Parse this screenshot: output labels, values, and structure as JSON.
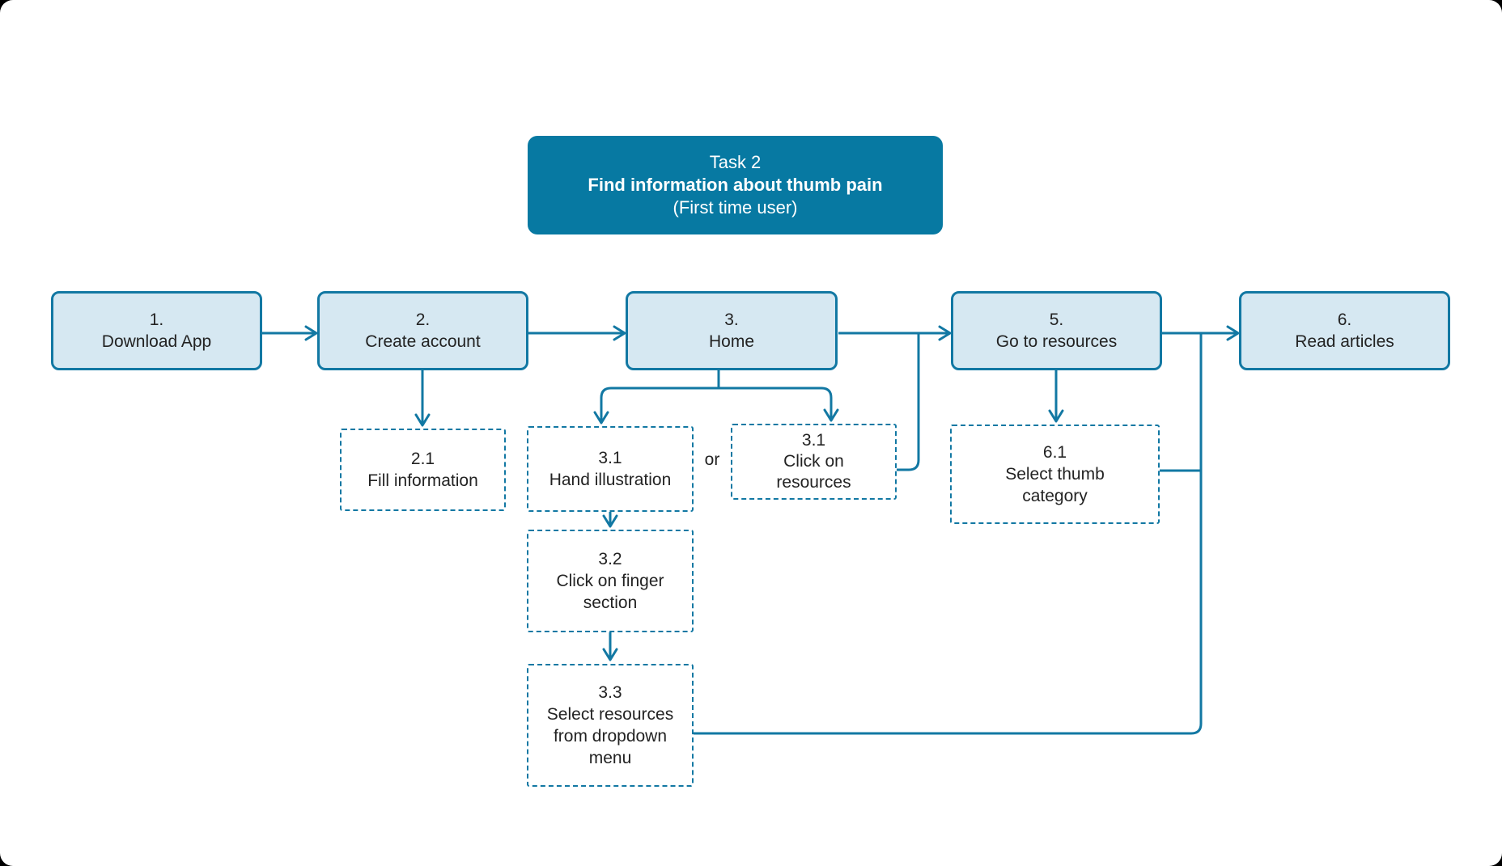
{
  "colors": {
    "accent": "#1278A3",
    "title_fill": "#0779A2",
    "box_fill": "#D6E8F2",
    "text_dark": "#232323",
    "text_light": "#FFFFFF",
    "canvas_bg": "#FFFFFF"
  },
  "title_card": {
    "line1": "Task 2",
    "line2": "Find information about thumb pain",
    "line3": "(First time user)"
  },
  "flow": {
    "main_steps": [
      {
        "number": "1.",
        "label": "Download App"
      },
      {
        "number": "2.",
        "label": "Create account"
      },
      {
        "number": "3.",
        "label": "Home"
      },
      {
        "number": "5.",
        "label": "Go to resources"
      },
      {
        "number": "6.",
        "label": "Read articles"
      }
    ],
    "sub_steps": [
      {
        "number": "2.1",
        "label": "Fill information"
      },
      {
        "number": "3.1",
        "label": "Hand illustration"
      },
      {
        "number": "3.1",
        "label": "Click on\nresources"
      },
      {
        "number": "6.1",
        "label": "Select thumb\ncategory"
      },
      {
        "number": "3.2",
        "label": "Click on finger\nsection"
      },
      {
        "number": "3.3",
        "label": "Select resources\nfrom dropdown\nmenu"
      }
    ],
    "or_label": "or"
  }
}
